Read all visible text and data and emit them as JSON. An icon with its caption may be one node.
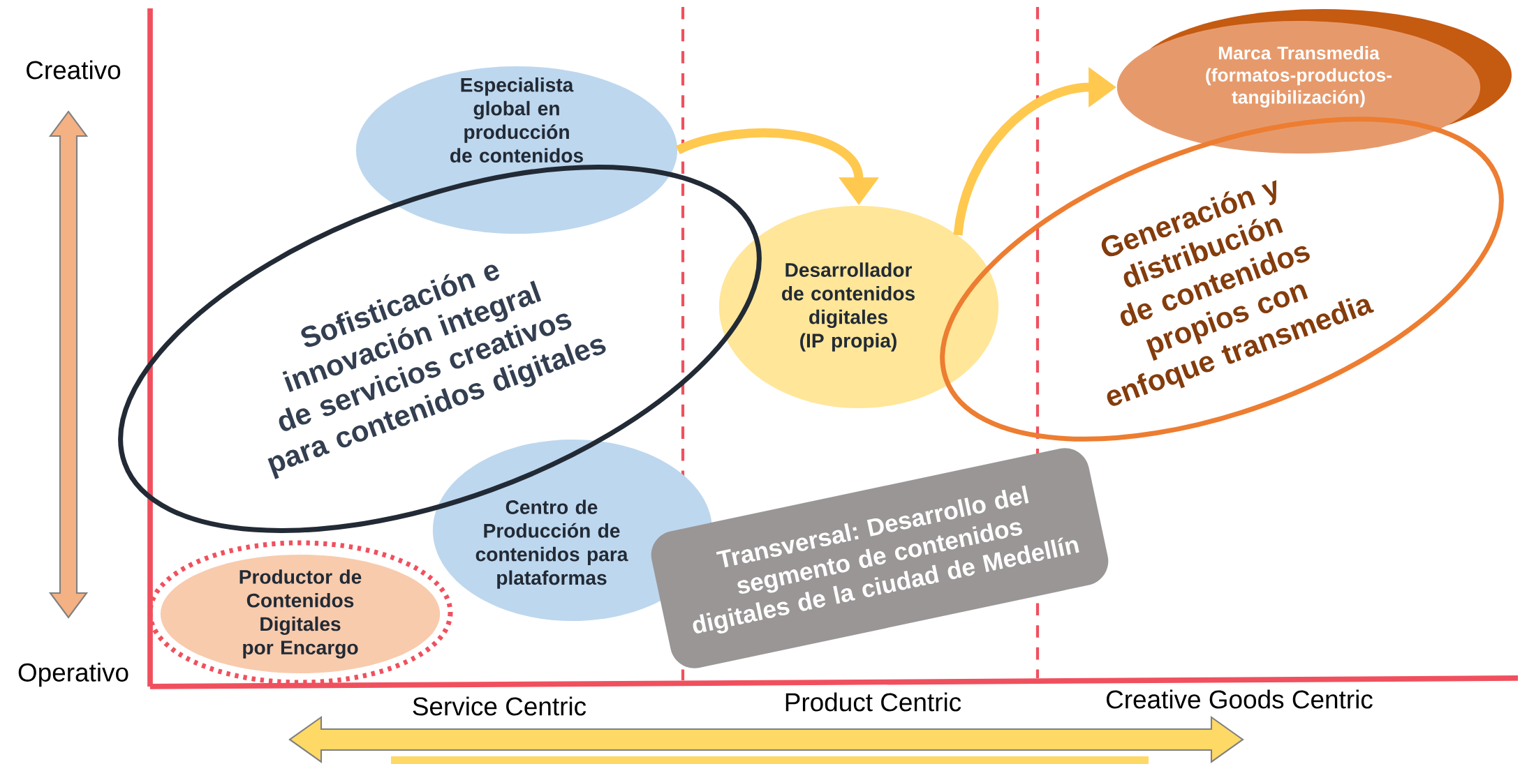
{
  "diagram": {
    "nodes": [
      {
        "text": [
          "Especialista global en producción de contenidos"
        ]
      },
      {
        "text": [
          "Desarrollador de contenidos digitales (IP propia)"
        ]
      },
      {
        "text": [
          "Marca Transmedia (formatos-productos-tangibilización)"
        ]
      },
      {
        "text": [
          "Centro de Producción de contenidos para plataformas"
        ]
      },
      {
        "text": [
          "Productor de Contenidos Digitales por Encargo"
        ]
      },
      {
        "text": [
          "Sofisticación e innovación integral de servicios creativos para contenidos digitales"
        ]
      },
      {
        "text": [
          "Generación y distribución de contenidos propios con enfoque transmedia"
        ]
      },
      {
        "text": [
          "Transversal: Desarrollo del segmento de contenidos digitales de la ciudad de Medellín"
        ]
      }
    ],
    "edges": [
      {
        "from": 0,
        "to": 1,
        "arrow": "to"
      },
      {
        "from": 1,
        "to": 2,
        "arrow": "to"
      }
    ],
    "labels": [
      "Creativo",
      "Operativo",
      "Service Centric",
      "Product Centric",
      "Creative Goods Centric"
    ]
  }
}
